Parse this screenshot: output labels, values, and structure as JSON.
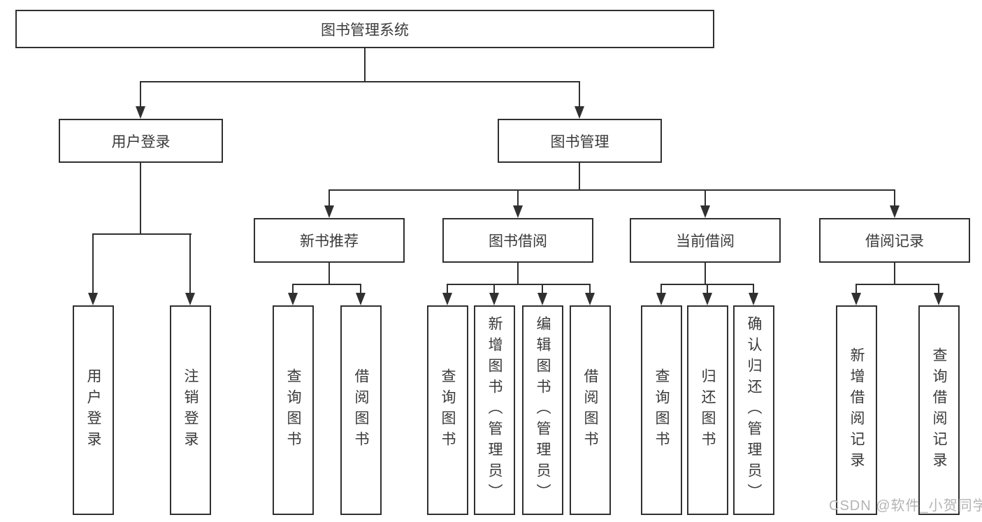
{
  "diagram": {
    "root": {
      "label": "图书管理系统"
    },
    "level2": [
      {
        "label": "用户登录"
      },
      {
        "label": "图书管理"
      }
    ],
    "level3": [
      {
        "label": "新书推荐"
      },
      {
        "label": "图书借阅"
      },
      {
        "label": "当前借阅"
      },
      {
        "label": "借阅记录"
      }
    ],
    "leaves": [
      {
        "label": "用户登录"
      },
      {
        "label": "注销登录"
      },
      {
        "label": "查询图书"
      },
      {
        "label": "借阅图书"
      },
      {
        "label": "查询图书"
      },
      {
        "label": "新增图书（管理员）"
      },
      {
        "label": "编辑图书（管理员）"
      },
      {
        "label": "借阅图书"
      },
      {
        "label": "查询图书"
      },
      {
        "label": "归还图书"
      },
      {
        "label": "确认归还（管理员）"
      },
      {
        "label": "新增借阅记录"
      },
      {
        "label": "查询借阅记录"
      }
    ]
  },
  "watermark": {
    "text": "CSDN @软件_小贺同学"
  },
  "colors": {
    "line": "#303030",
    "text": "#3a3a3a",
    "background": "#ffffff",
    "watermark": "#b4b4b4"
  }
}
